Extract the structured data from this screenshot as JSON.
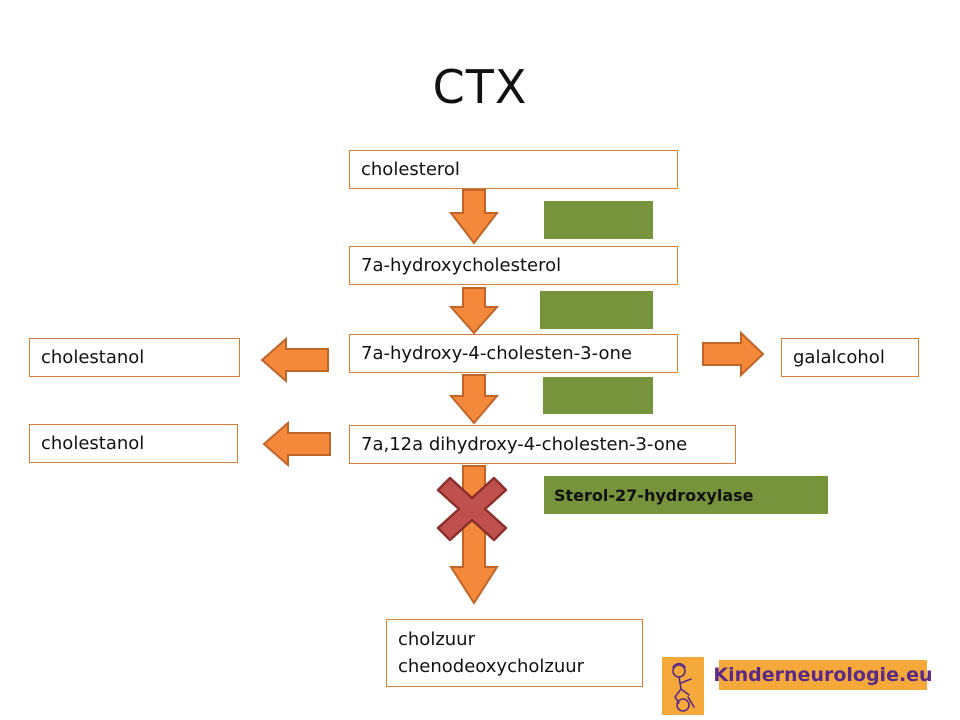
{
  "title": "CTX",
  "colors": {
    "arrow_fill": "#f5893b",
    "arrow_stroke": "#c0652a",
    "enzyme_green": "#77933c",
    "box_border": "#d8803a",
    "cross_fill": "#c0504d",
    "cross_stroke": "#8c2f2c",
    "brand_bg": "#f6a93b",
    "brand_text": "#5b2a86"
  },
  "pathway": {
    "cholesterol": "cholesterol",
    "hydroxycholesterol": "7a-hydroxycholesterol",
    "hydroxy_cholestenone": "7a-hydroxy-4-cholesten-3-one",
    "dihydroxy_cholestenone": "7a,12a dihydroxy-4-cholesten-3-one",
    "product_line1": "cholzuur",
    "product_line2": "chenodeoxycholzuur"
  },
  "side_products": {
    "cholestanol_1": "cholestanol",
    "cholestanol_2": "cholestanol",
    "galalcohol": "galalcohol"
  },
  "enzymes": {
    "blocked_enzyme": "Sterol-27-hydroxylase"
  },
  "icons": {
    "arrow_down": "arrow-down-icon",
    "arrow_left": "arrow-left-icon",
    "arrow_right": "arrow-right-icon",
    "block": "cross-icon",
    "logo": "child-logo-icon"
  },
  "branding": {
    "site": "Kinderneurologie.eu"
  }
}
